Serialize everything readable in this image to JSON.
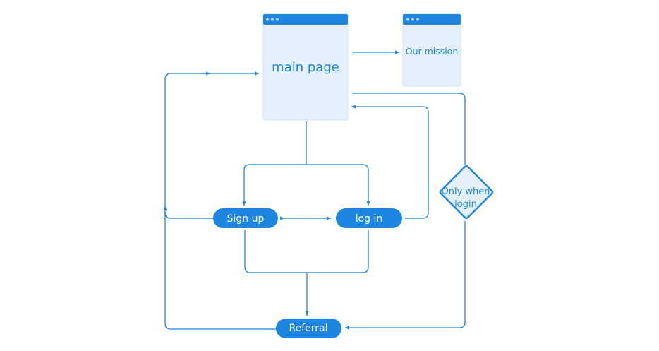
{
  "colors": {
    "accent": "#1c86e0",
    "page_fill": "#e4f1fd",
    "page_dots": "#a9d2f6",
    "background": "#ffffff"
  },
  "nodes": {
    "main_page": {
      "label": "main page",
      "type": "browser-window"
    },
    "our_mission": {
      "label": "Our mission",
      "type": "browser-window"
    },
    "sign_up": {
      "label": "Sign up",
      "type": "pill"
    },
    "log_in": {
      "label": "log in",
      "type": "pill"
    },
    "referral": {
      "label": "Referral",
      "type": "pill"
    },
    "condition": {
      "line1": "Only when",
      "line2": "login",
      "type": "diamond"
    }
  }
}
